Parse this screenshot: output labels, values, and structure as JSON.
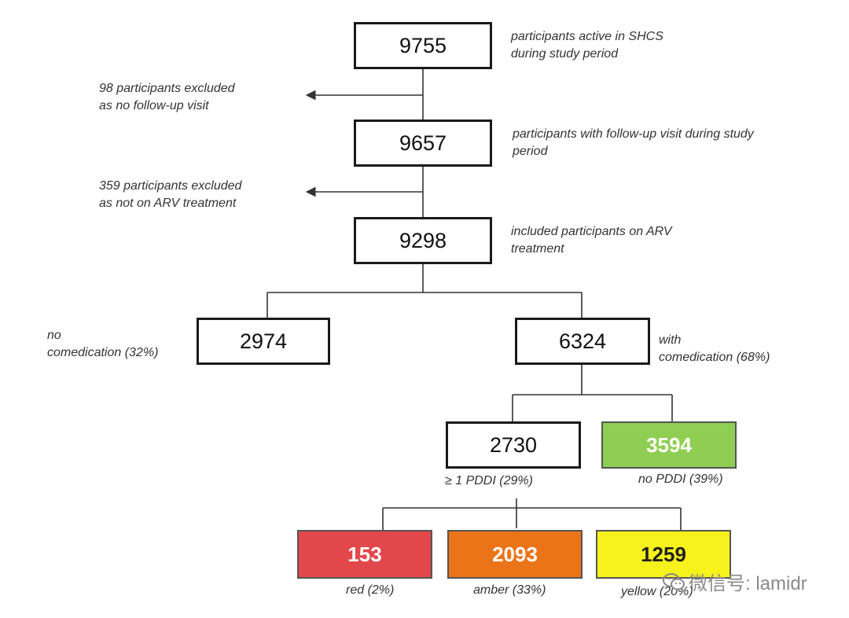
{
  "boxes": {
    "active": "9755",
    "followup": "9657",
    "included": "9298",
    "no_comed": "2974",
    "with_comed": "6324",
    "pddi": "2730",
    "no_pddi": "3594",
    "red": "153",
    "amber": "2093",
    "yellow": "1259"
  },
  "notes": {
    "active": "participants active in SHCS\nduring study period",
    "followup": "participants with follow-up visit during study\nperiod",
    "included": "included participants on ARV\ntreatment",
    "excluded_98": "98 participants excluded\nas no follow-up visit",
    "excluded_359": "359 participants excluded\nas not on ARV treatment",
    "no_comed": "no\ncomedication (32%)",
    "with_comed": "with\ncomedication (68%)",
    "pddi": "≥ 1 PDDI (29%)",
    "no_pddi": "no PDDI (39%)",
    "red": "red (2%)",
    "amber": "amber (33%)",
    "yellow": "yellow (20%)"
  },
  "colors": {
    "no_pddi": "#8fce52",
    "red": "#e2474b",
    "amber": "#ec7418",
    "yellow": "#f7f21c"
  },
  "watermark": {
    "icon": "wechat-icon",
    "text": "微信号: lamidr"
  }
}
